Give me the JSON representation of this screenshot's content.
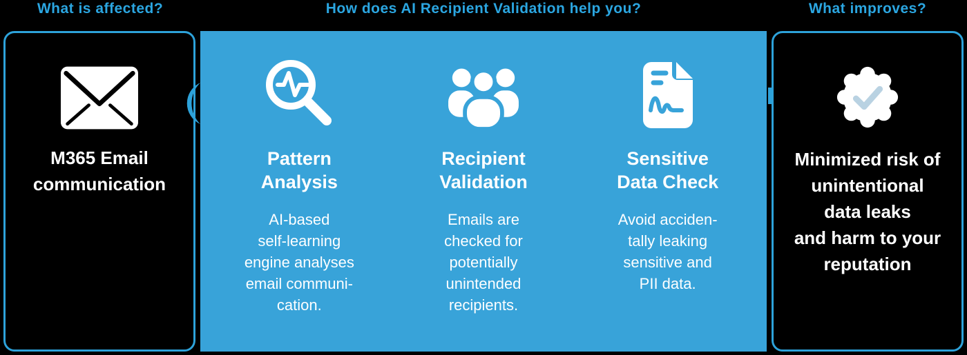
{
  "colors": {
    "accent_blue": "#38a3d9",
    "header_blue": "#2ba6e1",
    "panel_bg": "#000000",
    "text_white": "#ffffff"
  },
  "headers": {
    "left": "What is affected?",
    "middle": "How does AI Recipient Validation help you?",
    "right": "What improves?"
  },
  "left_panel": {
    "icon": "envelope-icon",
    "text": "M365 Email\ncommunication"
  },
  "middle_panel": {
    "columns": [
      {
        "icon": "magnifier-pulse-icon",
        "title": "Pattern\nAnalysis",
        "body": "AI-based\nself-learning\nengine analyses\nemail communi-\ncation."
      },
      {
        "icon": "people-group-icon",
        "title": "Recipient\nValidation",
        "body": "Emails are\nchecked for\npotentially\nunintended\nrecipients."
      },
      {
        "icon": "document-data-icon",
        "title": "Sensitive\nData Check",
        "body": "Avoid acciden-\ntally leaking\nsensitive and\nPII data."
      }
    ]
  },
  "right_panel": {
    "icon": "badge-check-icon",
    "text": "Minimized risk of\nunintentional\ndata leaks\nand harm to your\nreputation"
  },
  "connectors": {
    "left_to_middle": "crescent-swoosh",
    "middle_to_right": "right-arrow"
  }
}
